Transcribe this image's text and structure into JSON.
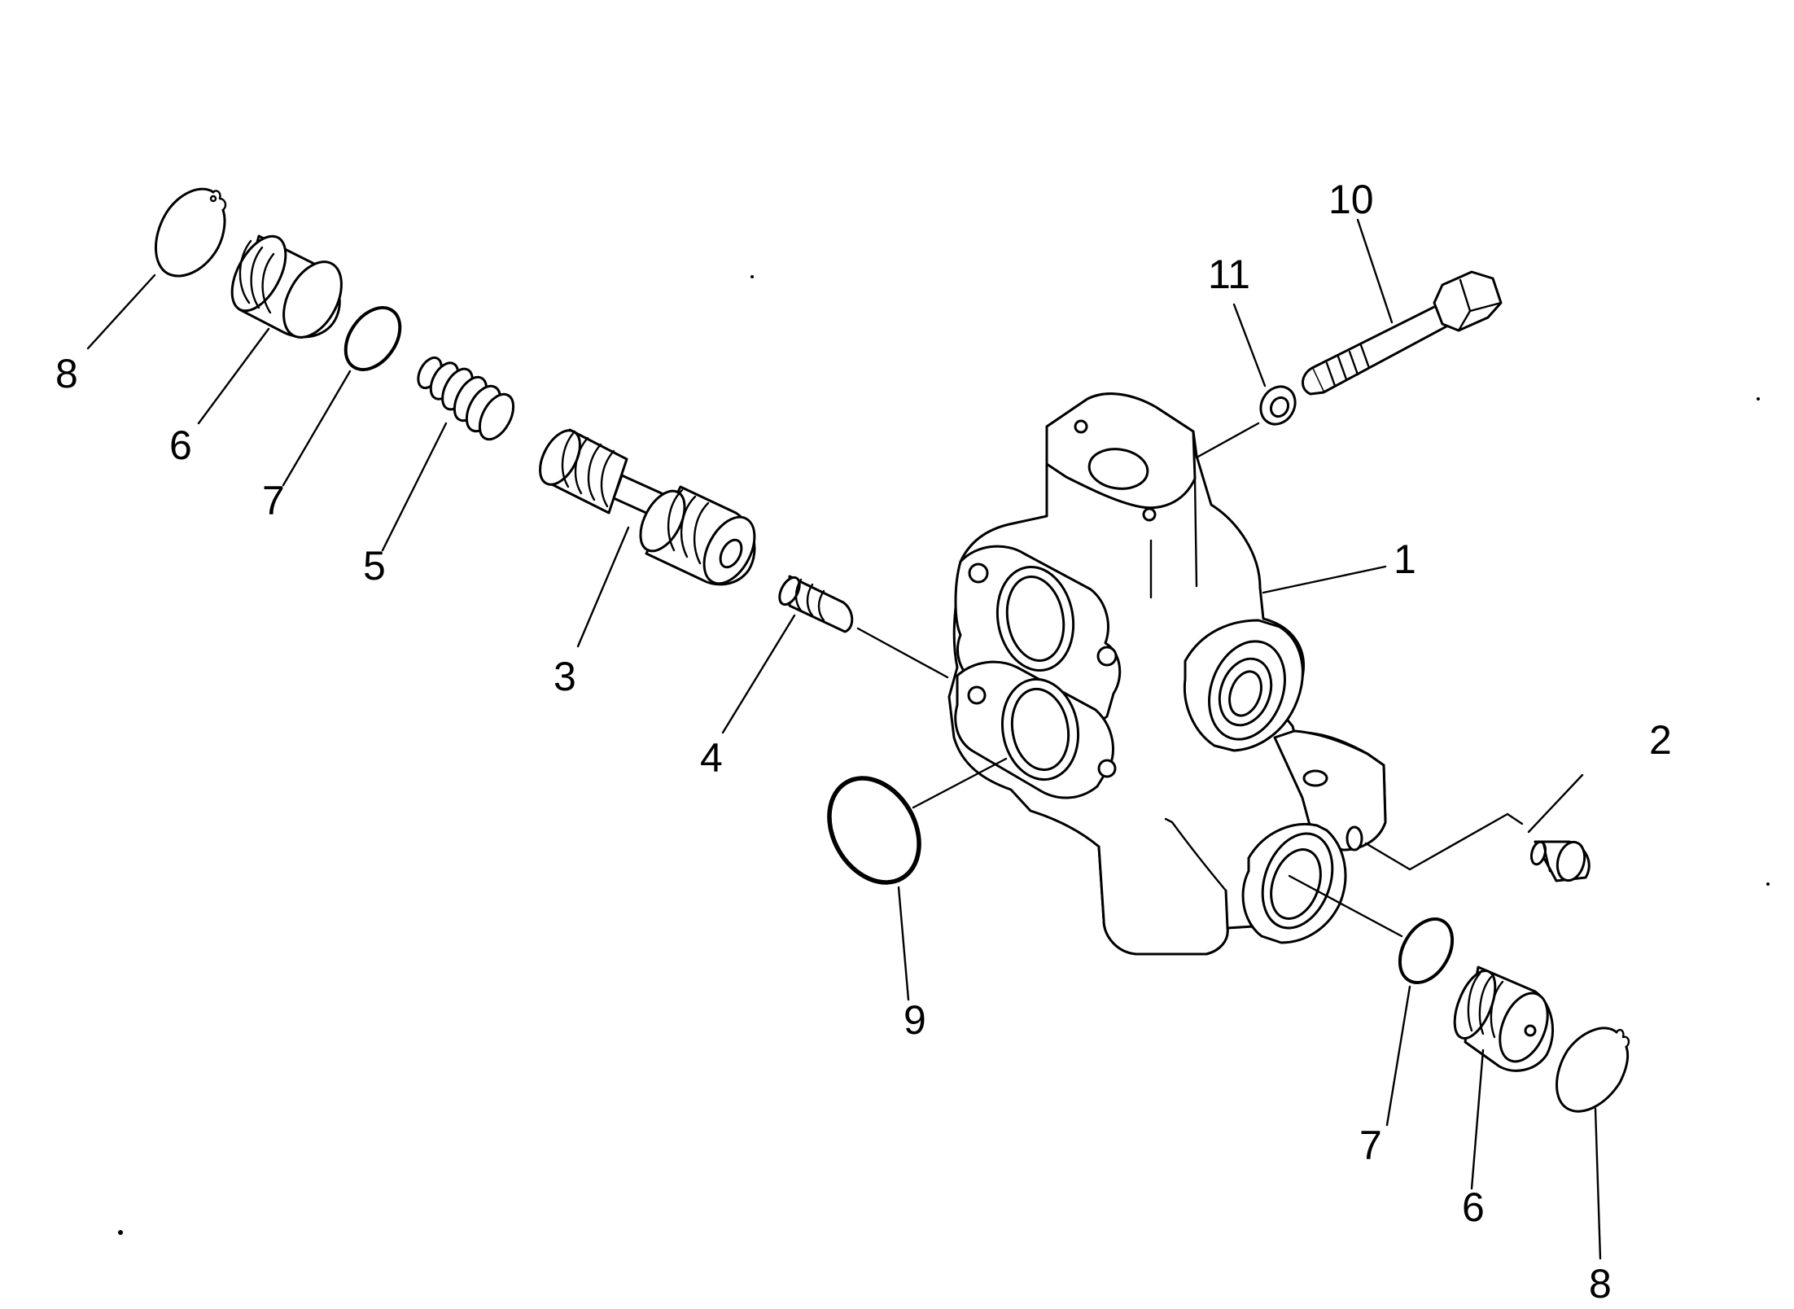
{
  "figure": {
    "background": "#ffffff",
    "line_color": "#000000",
    "callouts": {
      "c1": "1",
      "c2": "2",
      "c3": "3",
      "c4": "4",
      "c5": "5",
      "c6a": "6",
      "c6b": "6",
      "c7a": "7",
      "c7b": "7",
      "c8a": "8",
      "c8b": "8",
      "c9": "9",
      "c10": "10",
      "c11": "11"
    }
  }
}
